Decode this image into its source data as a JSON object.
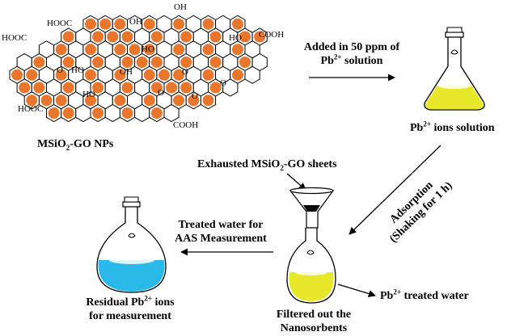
{
  "colors": {
    "nanoparticle": "#E8762C",
    "yellow_solution": "#E8E82A",
    "blue_solution": "#2BB9EA",
    "line": "#000000"
  },
  "graphene": {
    "functional_groups": [
      "HOOC",
      "HOOC",
      "OH",
      "OH",
      "HO",
      "COOH",
      "HO",
      "O",
      "HO",
      "OH",
      "O",
      "O",
      "HOOC",
      "HO",
      "COOH",
      "O",
      "O"
    ]
  },
  "labels": {
    "nps": {
      "pre": "MSiO",
      "sub": "2",
      "post": "-GO NPs"
    },
    "added_line1": "Added in 50 ppm of",
    "added_line2": {
      "pre": "Pb",
      "sup": "2+",
      "post": " solution"
    },
    "ions_solution": {
      "pre": "Pb",
      "sup": "2+",
      "post": " ions solution"
    },
    "exhausted": {
      "pre": "Exhausted MSiO",
      "sub": "2",
      "post": "-GO sheets"
    },
    "adsorption_line1": "Adsorption",
    "adsorption_line2": "(Shaking for 1 h)",
    "treated_line1": "Treated water for",
    "treated_line2": "AAS Measurement",
    "residual_line1": {
      "pre": "Residual Pb",
      "sup": "2+",
      "post": " ions"
    },
    "residual_line2": "for measurement",
    "filtered_line1": "Filtered out the",
    "filtered_line2": "Nanosorbents",
    "treated_water": {
      "pre": "Pb",
      "sup": "2+",
      "post": " treated water"
    }
  }
}
